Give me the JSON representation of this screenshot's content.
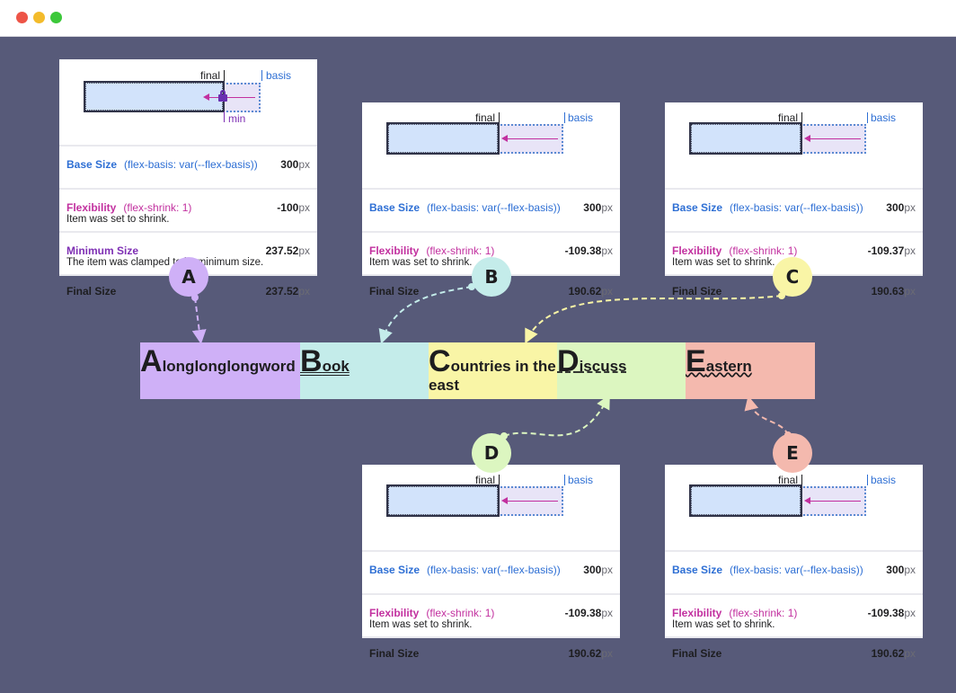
{
  "window": {
    "controls": [
      "close",
      "minimize",
      "maximize"
    ],
    "colors": {
      "close": "#ed5447",
      "minimize": "#f3bb2b",
      "maximize": "#3cc83a",
      "stage": "#575a79"
    }
  },
  "panels": [
    {
      "id": "A",
      "labels": {
        "final": "final",
        "basis": "basis",
        "min": "min"
      },
      "rows": [
        {
          "title": "Base Size",
          "property": "(flex-basis: var(--flex-basis))",
          "value": "300",
          "unit": "px",
          "color": "blue"
        },
        {
          "title": "Flexibility",
          "property": "(flex-shrink: 1)",
          "value": "-100",
          "unit": "px",
          "note": "Item was set to shrink.",
          "color": "pink"
        },
        {
          "title": "Minimum Size",
          "value": "237.52",
          "unit": "px",
          "note": "The item was clamped to its minimum size.",
          "color": "purple"
        },
        {
          "title": "Final Size",
          "value": "237.52",
          "unit": "px",
          "color": "dark"
        }
      ]
    },
    {
      "id": "B",
      "labels": {
        "final": "final",
        "basis": "basis"
      },
      "rows": [
        {
          "title": "Base Size",
          "property": "(flex-basis: var(--flex-basis))",
          "value": "300",
          "unit": "px",
          "color": "blue"
        },
        {
          "title": "Flexibility",
          "property": "(flex-shrink: 1)",
          "value": "-109.38",
          "unit": "px",
          "note": "Item was set to shrink.",
          "color": "pink"
        },
        {
          "title": "Final Size",
          "value": "190.62",
          "unit": "px",
          "color": "dark"
        }
      ]
    },
    {
      "id": "C",
      "labels": {
        "final": "final",
        "basis": "basis"
      },
      "rows": [
        {
          "title": "Base Size",
          "property": "(flex-basis: var(--flex-basis))",
          "value": "300",
          "unit": "px",
          "color": "blue"
        },
        {
          "title": "Flexibility",
          "property": "(flex-shrink: 1)",
          "value": "-109.37",
          "unit": "px",
          "note": "Item was set to shrink.",
          "color": "pink"
        },
        {
          "title": "Final Size",
          "value": "190.63",
          "unit": "px",
          "color": "dark"
        }
      ]
    },
    {
      "id": "D",
      "labels": {
        "final": "final",
        "basis": "basis"
      },
      "rows": [
        {
          "title": "Base Size",
          "property": "(flex-basis: var(--flex-basis))",
          "value": "300",
          "unit": "px",
          "color": "blue"
        },
        {
          "title": "Flexibility",
          "property": "(flex-shrink: 1)",
          "value": "-109.38",
          "unit": "px",
          "note": "Item was set to shrink.",
          "color": "pink"
        },
        {
          "title": "Final Size",
          "value": "190.62",
          "unit": "px",
          "color": "dark"
        }
      ]
    },
    {
      "id": "E",
      "labels": {
        "final": "final",
        "basis": "basis"
      },
      "rows": [
        {
          "title": "Base Size",
          "property": "(flex-basis: var(--flex-basis))",
          "value": "300",
          "unit": "px",
          "color": "blue"
        },
        {
          "title": "Flexibility",
          "property": "(flex-shrink: 1)",
          "value": "-109.38",
          "unit": "px",
          "note": "Item was set to shrink.",
          "color": "pink"
        },
        {
          "title": "Final Size",
          "value": "190.62",
          "unit": "px",
          "color": "dark"
        }
      ]
    }
  ],
  "badges": [
    {
      "letter": "A",
      "color": "#cfb0f7"
    },
    {
      "letter": "B",
      "color": "#c4ecea"
    },
    {
      "letter": "C",
      "color": "#f9f5a6"
    },
    {
      "letter": "D",
      "color": "#dcf6c0"
    },
    {
      "letter": "E",
      "color": "#f4b9ae"
    }
  ],
  "flex_items": [
    {
      "initial": "A",
      "rest": "longlonglongword",
      "color": "#cfb0f7"
    },
    {
      "initial": "B",
      "rest": "ook",
      "color": "#c4ecea"
    },
    {
      "initial": "C",
      "rest": "ountries in the east",
      "color": "#f9f5a6"
    },
    {
      "initial": "D",
      "rest": "iscuss",
      "color": "#dcf6c0"
    },
    {
      "initial": "E",
      "rest": "astern",
      "color": "#f4b9ae"
    }
  ],
  "colors": {
    "basis": "#2e6fd4",
    "flexibility": "#c2309f",
    "minimum": "#7e2fb4"
  }
}
